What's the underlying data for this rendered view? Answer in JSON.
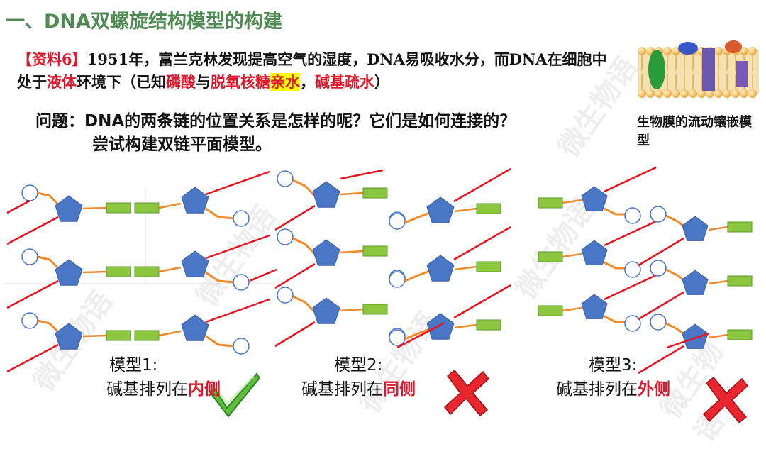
{
  "title": "一、DNA双螺旋结构模型的构建",
  "material": {
    "bracket": "【资料6】",
    "text1": "1951年，富兰克林发现提高空气的湿度，DNA易吸收水分，而DNA在细胞中处于",
    "liquid": "液体",
    "text2": "环境下（已知",
    "phosphate": "磷酸",
    "text3": "与",
    "sugar": "脱氧核糖",
    "hydrophilic": "亲水",
    "comma": "，",
    "base_hydrophobic": "碱基疏水",
    "close": "）"
  },
  "question": {
    "line1": "问题：DNA的两条链的位置关系是怎样的呢？它们是如何连接的？",
    "line2": "尝试构建双链平面模型。"
  },
  "membrane_label": "生物膜的流动镶嵌模型",
  "models": [
    {
      "name": "模型1:",
      "prefix": "碱基排列在",
      "emphasis": "内侧",
      "verdict": "check"
    },
    {
      "name": "模型2:",
      "prefix": "碱基排列在",
      "emphasis": "同侧",
      "verdict": "cross"
    },
    {
      "name": "模型3:",
      "prefix": "碱基排列在",
      "emphasis": "外侧",
      "verdict": "cross"
    }
  ],
  "watermark": "微生物语",
  "colors": {
    "title": "#4e8a52",
    "emphasis": "#e0182b",
    "backbone": "#e8131f",
    "link": "#f08a2a",
    "sugar": "#4a76c6",
    "base": "#8cc63f",
    "check": "#3aa335",
    "cross": "#e0182b"
  }
}
